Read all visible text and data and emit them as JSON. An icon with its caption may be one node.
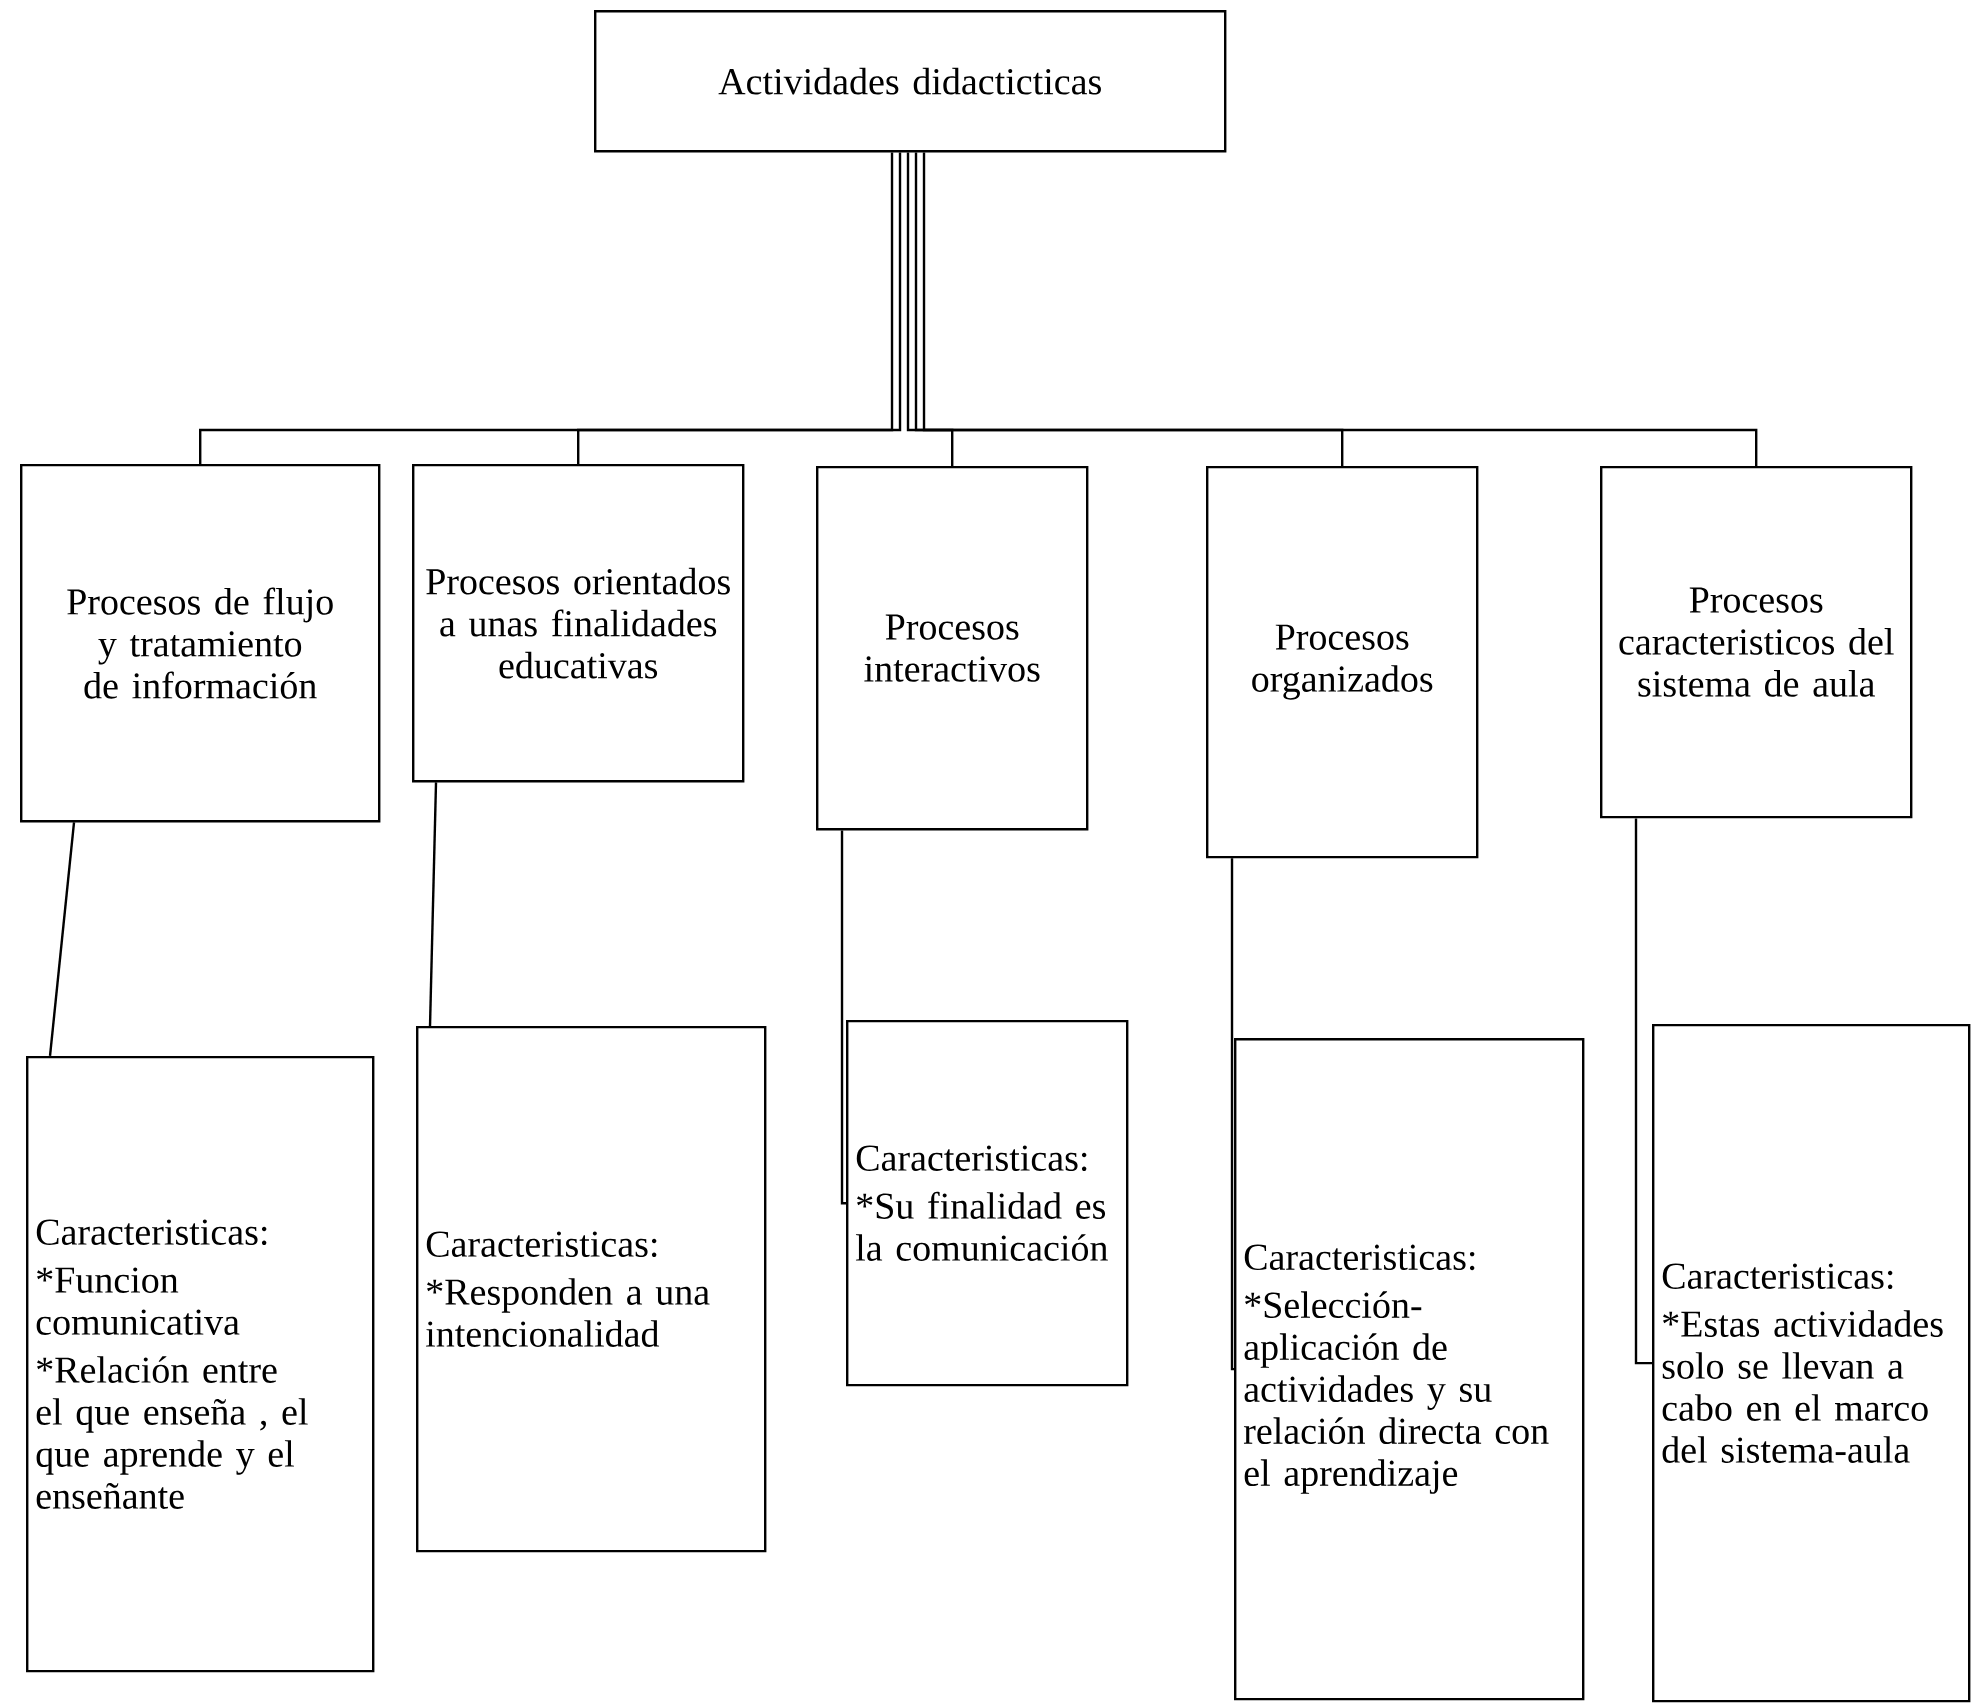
{
  "diagram": {
    "nodes": [
      {
        "text": [
          "Actividades didacticticas"
        ]
      },
      {
        "text": [
          "Procesos de flujo y tratamiento de información"
        ]
      },
      {
        "text": [
          "Procesos orientados a unas finalidades educativas"
        ]
      },
      {
        "text": [
          "Procesos interactivos"
        ]
      },
      {
        "text": [
          "Procesos organizados"
        ]
      },
      {
        "text": [
          "Procesos caracteristicos del sistema de aula"
        ]
      },
      {
        "text": [
          "Caracteristicas:",
          "*Funcion comunicativa",
          "*Relación entre el que enseña , el que aprende y el enseñante"
        ]
      },
      {
        "text": [
          "Caracteristicas:",
          "*Responden a una intencionalidad"
        ]
      },
      {
        "text": [
          "Caracteristicas:",
          "*Su finalidad es la comunicación"
        ]
      },
      {
        "text": [
          "Caracteristicas:",
          "*Selección-aplicación de actividades y su relación directa con el aprendizaje"
        ]
      },
      {
        "text": [
          "Caracteristicas:",
          "*Estas actividades solo se llevan a cabo en el marco del sistema-aula"
        ]
      }
    ],
    "edges": [
      {
        "from": 0,
        "to": 1,
        "arrow": "none"
      },
      {
        "from": 0,
        "to": 2,
        "arrow": "none"
      },
      {
        "from": 0,
        "to": 3,
        "arrow": "none"
      },
      {
        "from": 0,
        "to": 4,
        "arrow": "none"
      },
      {
        "from": 0,
        "to": 5,
        "arrow": "none"
      },
      {
        "from": 1,
        "to": 6,
        "arrow": "none"
      },
      {
        "from": 2,
        "to": 7,
        "arrow": "none"
      },
      {
        "from": 3,
        "to": 8,
        "arrow": "none"
      },
      {
        "from": 4,
        "to": 9,
        "arrow": "none"
      },
      {
        "from": 5,
        "to": 10,
        "arrow": "none"
      }
    ]
  }
}
